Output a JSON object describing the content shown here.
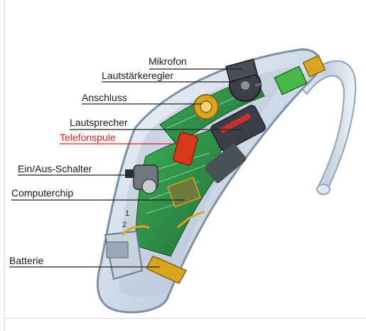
{
  "labels": {
    "mikrofon": "Mikrofon",
    "lautstaerkeregler": "Lautstärkeregler",
    "anschluss": "Anschluss",
    "lautsprecher": "Lautsprecher",
    "telefonspule": "Telefonspule",
    "schalter": "Ein/Aus-Schalter",
    "computerchip": "Computerchip",
    "batterie": "Batterie"
  },
  "switch_marks": [
    "1",
    "2"
  ],
  "colors": {
    "label_text": "#1a1a1a",
    "highlight_label": "#e02020",
    "shell": "#dfe8f2",
    "circuit_green": "#2f9a4a",
    "coil_red": "#d63a1a",
    "gold": "#d9a520"
  }
}
